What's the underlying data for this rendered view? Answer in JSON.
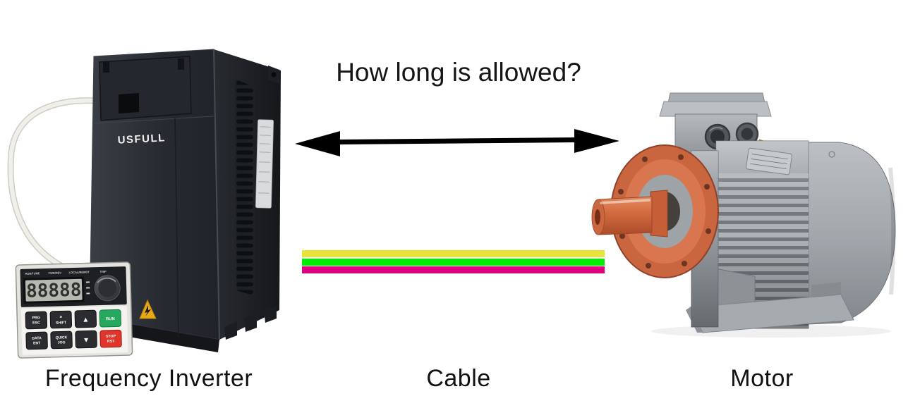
{
  "title": "How long is allowed?",
  "arrow": {
    "color": "#000000"
  },
  "labels": {
    "inverter": "Frequency Inverter",
    "cable": "Cable",
    "motor": "Motor"
  },
  "inverter": {
    "brand": "USFULL",
    "keypad": {
      "display_value": "88888",
      "indicators": [
        "RUN/TUNE",
        "FWD/REV",
        "LOCAL/REMOT",
        "TRIP"
      ],
      "buttons": [
        {
          "line1": "PRG",
          "line2": "ESC",
          "color": "#2a2c30"
        },
        {
          "line1": "»",
          "line2": "SHIFT",
          "color": "#2a2c30"
        },
        {
          "line1": "▲",
          "line2": "",
          "color": "#2a2c30"
        },
        {
          "line1": "RUN",
          "line2": "",
          "color": "#27a85f"
        },
        {
          "line1": "DATA",
          "line2": "ENT",
          "color": "#2a2c30"
        },
        {
          "line1": "QUICK",
          "line2": "JOG",
          "color": "#2a2c30"
        },
        {
          "line1": "▼",
          "line2": "",
          "color": "#2a2c30"
        },
        {
          "line1": "STOP",
          "line2": "RST",
          "color": "#df352b"
        }
      ]
    }
  },
  "cable": {
    "wires": [
      {
        "name": "yellow-wire",
        "color": "#e6e339"
      },
      {
        "name": "green-wire",
        "color": "#00ee00"
      },
      {
        "name": "magenta-wire",
        "color": "#df0180"
      }
    ]
  }
}
